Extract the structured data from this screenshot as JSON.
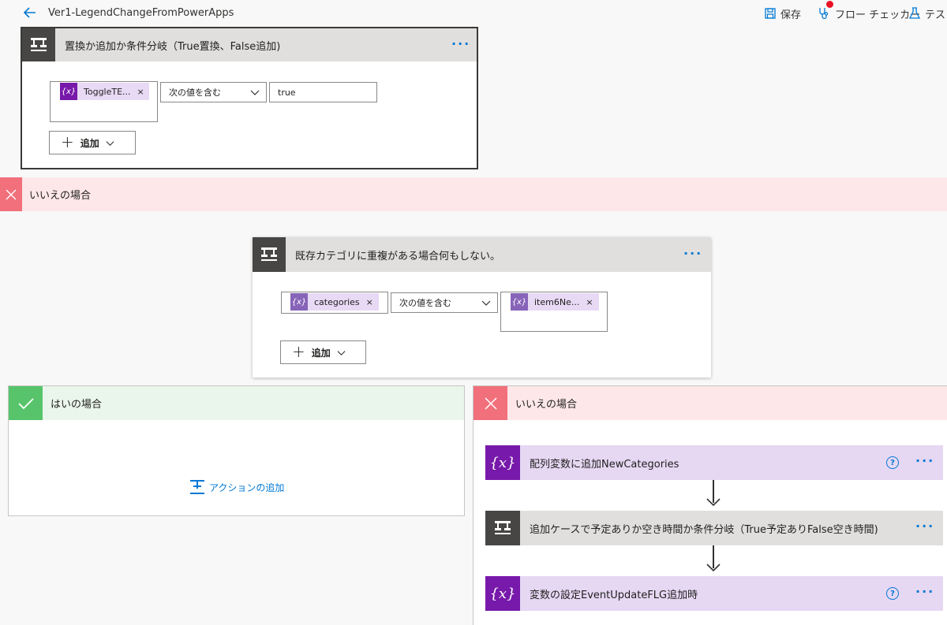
{
  "topbar": {
    "title": "Ver1-LegendChangeFromPowerApps",
    "save_label": "保存",
    "checker_label": "フロー チェッカー",
    "test_label": "テスト"
  },
  "condition_outer": {
    "title": "置換か追加か条件分岐（True置換、False追加)",
    "token_label": "ToggleTE...",
    "operator": "次の値を含む",
    "value": "true",
    "add_label": "追加"
  },
  "branch_no_outer": {
    "label": "いいえの場合"
  },
  "condition_inner": {
    "title": "既存カテゴリに重複がある場合何もしない。",
    "token_left_label": "categories",
    "operator": "次の値を含む",
    "token_right_label": "item6Ne...",
    "add_label": "追加"
  },
  "branch_yes": {
    "label": "はいの場合",
    "add_action_label": "アクションの追加"
  },
  "branch_no_inner": {
    "label": "いいえの場合",
    "actions": [
      {
        "title": "配列変数に追加NewCategories"
      },
      {
        "title": "追加ケースで予定ありか空き時間か条件分岐（True予定ありFalse空き時間)"
      },
      {
        "title": "変数の設定EventUpdateFLG追加時"
      }
    ]
  },
  "glyphs": {
    "close": "×",
    "more": "···",
    "help": "?",
    "variable": "{x}"
  },
  "colors": {
    "accent": "#0078d4",
    "variable_purple": "#7719aa",
    "condition_dark": "#484644",
    "no_red": "#f1707b",
    "yes_green": "#57c46b"
  }
}
